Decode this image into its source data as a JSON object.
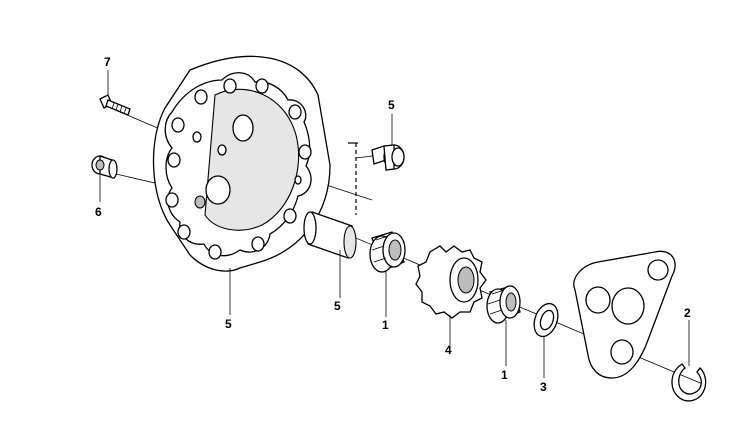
{
  "callouts": [
    {
      "id": "c7",
      "text": "7"
    },
    {
      "id": "c5a",
      "text": "5"
    },
    {
      "id": "c6",
      "text": "6"
    },
    {
      "id": "c5b",
      "text": "5"
    },
    {
      "id": "c5c",
      "text": "5"
    },
    {
      "id": "c1a",
      "text": "1"
    },
    {
      "id": "c4",
      "text": "4"
    },
    {
      "id": "c1b",
      "text": "1"
    },
    {
      "id": "c3",
      "text": "3"
    },
    {
      "id": "c2",
      "text": "2"
    }
  ]
}
